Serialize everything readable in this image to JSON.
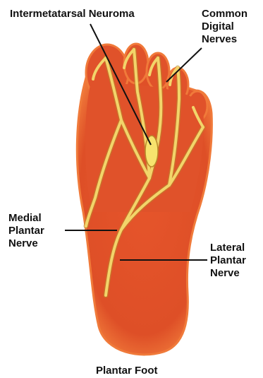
{
  "labels": {
    "neuroma": [
      "Intermetatarsal Neuroma"
    ],
    "common_digital": [
      "Common",
      "Digital",
      "Nerves"
    ],
    "medial_plantar": [
      "Medial",
      "Plantar",
      "Nerve"
    ],
    "lateral_plantar": [
      "Lateral",
      "Plantar",
      "Nerve"
    ],
    "caption": [
      "Plantar Foot"
    ]
  },
  "colors": {
    "foot_fill": "#e0522a",
    "foot_edge": "#f07a3a",
    "nerve": "#f2d56a",
    "nerve_edge": "#b98a2a",
    "neuroma": "#f7e36e",
    "leader_line": "#111111",
    "text": "#111111"
  }
}
